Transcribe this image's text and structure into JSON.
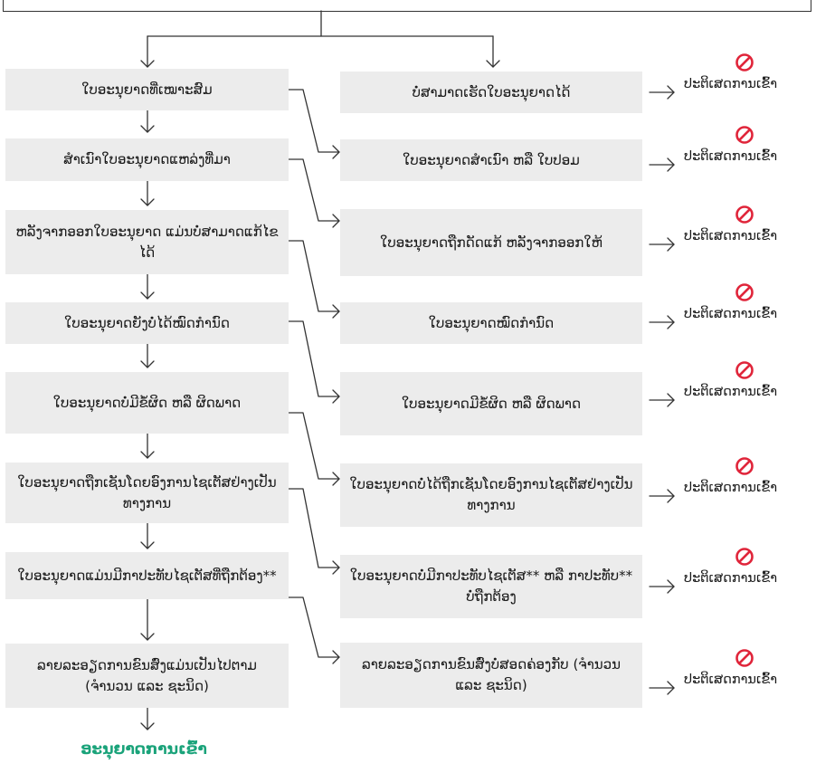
{
  "colors": {
    "box": "#ececec",
    "line": "#333333",
    "deny": "#e0253a",
    "approve": "#1aa37a"
  },
  "left_steps": [
    {
      "text": "ໃບອະນຸຍາດທີ່ເໝາະສົມ"
    },
    {
      "text": "ສຳເນົາໃບອະນຸຍາດແຫລ່ງທີ່ມາ"
    },
    {
      "text": "ຫລັງຈາກອອກໃບອະນຸຍາດ ແມ່ນບໍ່ສາມາດແກ້ໄຂໄດ້"
    },
    {
      "text": "ໃບອະນຸຍາດຍັງບໍ່ໄດ້ໝົດກຳນົດ"
    },
    {
      "text": "ໃບອະນຸຍາດບໍ່ມີຂໍ້ຜິດ ຫລື ຜິດພາດ"
    },
    {
      "text": "ໃບອະນຸຍາດຖືກເຊັນໂດຍອົງການໄຊເຕັສຢ່າງເປັນທາງການ"
    },
    {
      "text": "ໃບອະນຸຍາດແມ່ນມີກາປະທັບໄຊເຕັສທີ່ຖືກຕ້ອງ**"
    },
    {
      "text": "ລາຍລະອຽດການຂົນສົ່ງແມ່ນເປັນໄປຕາມ (ຈຳນວນ ແລະ ຊະນິດ)"
    }
  ],
  "right_steps": [
    {
      "text": "ບໍ່ສາມາດເຮັດໃບອະນຸຍາດໄດ້"
    },
    {
      "text": "ໃບອະນຸຍາດສຳເນົາ ຫລື ໃບປອມ"
    },
    {
      "text": "ໃບອະນຸຍາດຖືກດັດແກ້ ຫລັງຈາກອອກໃຫ້"
    },
    {
      "text": "ໃບອະນຸຍາດໝົດກຳນົດ"
    },
    {
      "text": "ໃບອະນຸຍາດມີຂໍ້ຜິດ ຫລື ຜິດພາດ"
    },
    {
      "text": "ໃບອະນຸຍາດບໍ່ໄດ້ຖືກເຊັນໂດຍອົງການໄຊເຕັສຢ່າງເປັນທາງການ"
    },
    {
      "text": "ໃບອະນຸຍາດບໍ່ມີກາປະທັບໄຊເຕັສ** ຫລື ກາປະທັບ** ບໍ່ຖືກຕ້ອງ"
    },
    {
      "text": "ລາຍລະອຽດການຂົນສົ່ງບໍ່ສອດຄ່ອງກັບ (ຈຳນວນ ແລະ ຊະນິດ)"
    }
  ],
  "deny_label": "ປະຕິເສດການເຂົ້າ",
  "deny_icon": "prohibited-icon",
  "final_label": "ອະນຸຍາດການເຂົ້າ"
}
